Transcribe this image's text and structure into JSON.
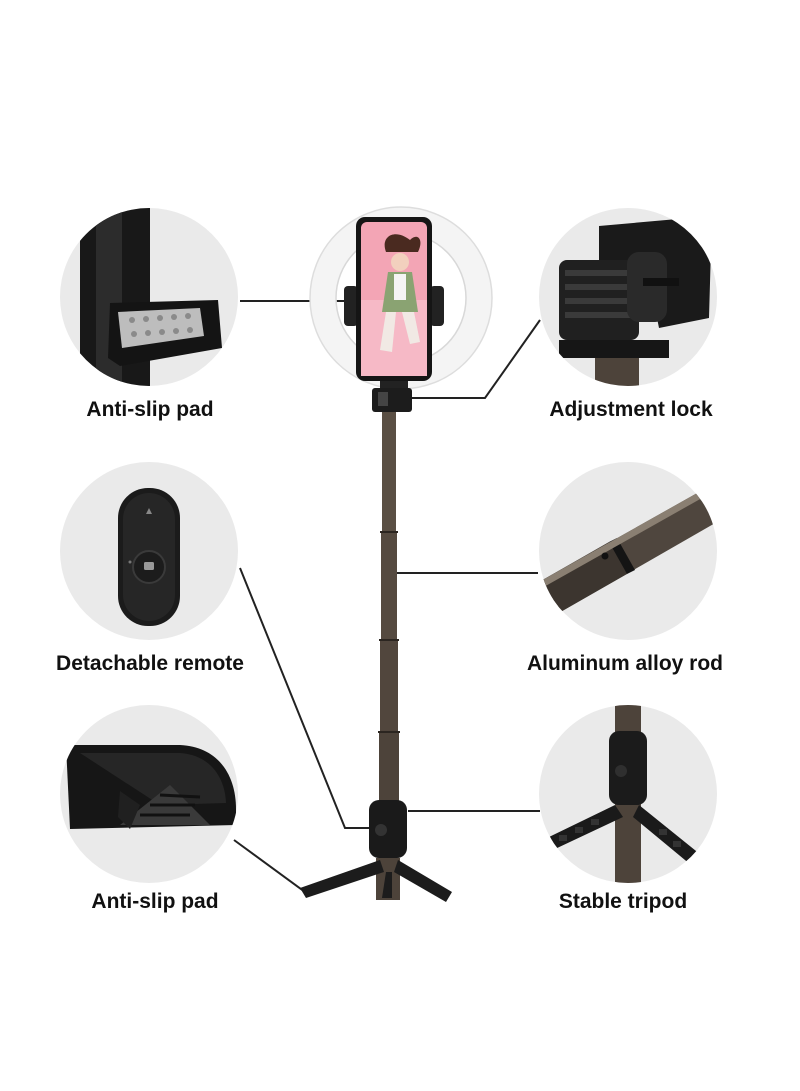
{
  "features": [
    {
      "id": "top-left",
      "label": "Anti-slip pad",
      "icon": "phone-clamp-pad-icon"
    },
    {
      "id": "top-right",
      "label": "Adjustment lock",
      "icon": "adjustment-lock-icon"
    },
    {
      "id": "mid-left",
      "label": "Detachable remote",
      "icon": "bluetooth-remote-icon"
    },
    {
      "id": "mid-right",
      "label": "Aluminum alloy rod",
      "icon": "alloy-rod-icon"
    },
    {
      "id": "bottom-left",
      "label": "Anti-slip pad",
      "icon": "tripod-foot-pad-icon"
    },
    {
      "id": "bottom-right",
      "label": "Stable tripod",
      "icon": "tripod-icon"
    }
  ],
  "colors": {
    "background": "#ffffff",
    "circle": "#eaeaea",
    "product_dark": "#1c1c1c",
    "rod": "#5a4f44",
    "phone_screen": "#f3a5b5",
    "ring_light": "#f7f7f7",
    "label": "#111111",
    "leader_line": "#222222"
  }
}
